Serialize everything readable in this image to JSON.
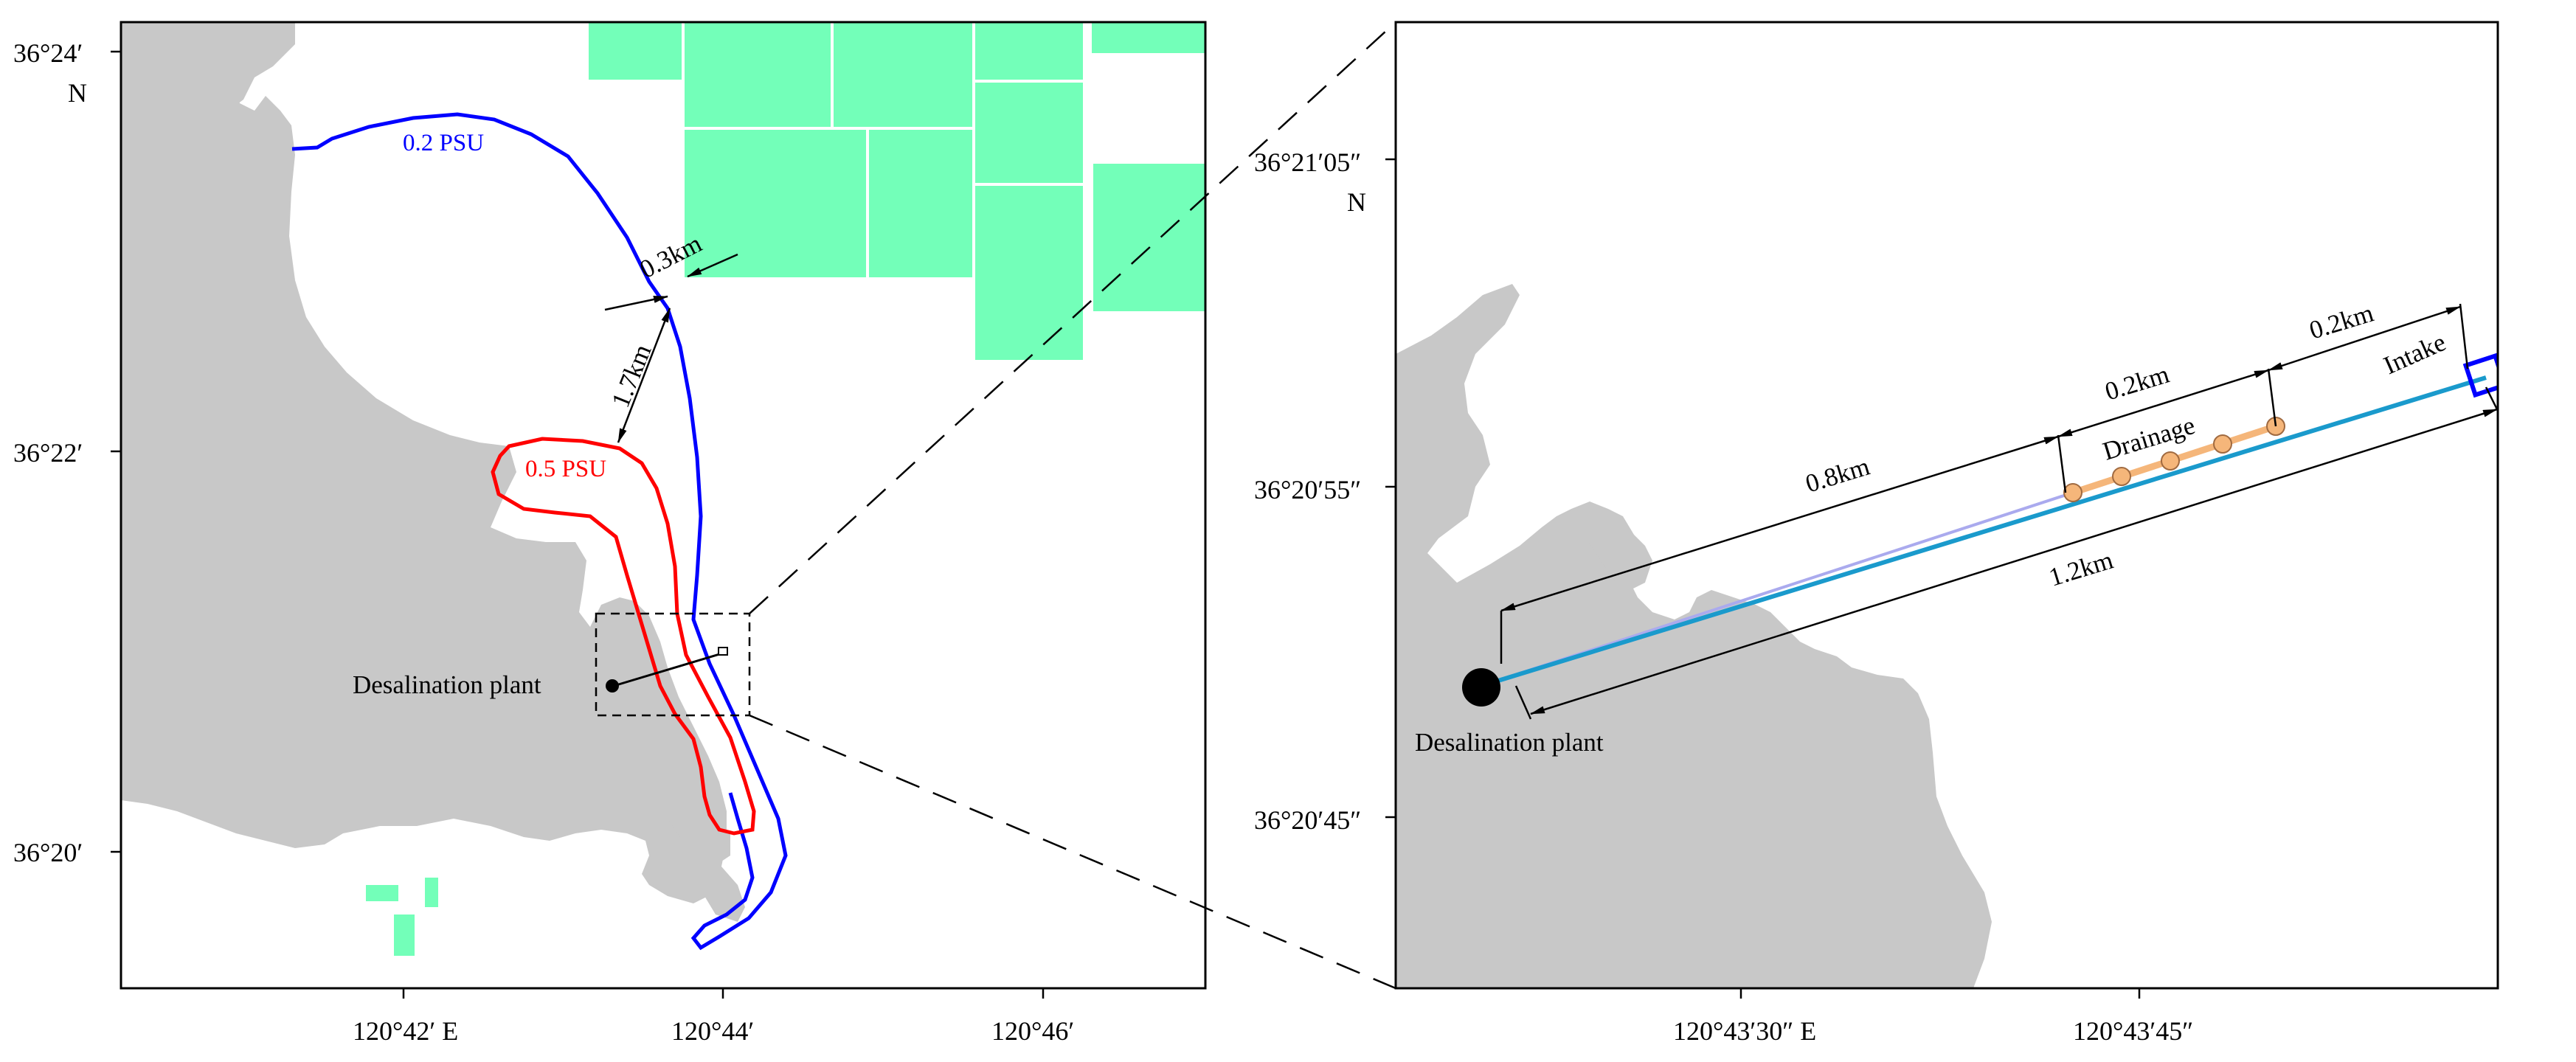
{
  "colors": {
    "land": "#c8c8c8",
    "aquaculture": "#73ffb9",
    "isohaline_0_2": "#0000ff",
    "isohaline_0_5": "#ff0000",
    "intake_pipe": "#1a9acc",
    "outfall_pipe": "#aaaaee",
    "diffuser": "#f5b67a",
    "diffuser_port": "#f5b67a",
    "intake_box": "#0000ff",
    "frame": "#000000"
  },
  "left_map": {
    "y_ticks": [
      "36°24′",
      "36°22′",
      "36°20′"
    ],
    "north_label": "N",
    "x_ticks": [
      "120°42′ E",
      "120°44′",
      "120°46′"
    ],
    "isohaline_labels": {
      "psu_0_2": "0.2 PSU",
      "psu_0_5": "0.5 PSU"
    },
    "distances": {
      "d_0_3": "0.3km",
      "d_1_7": "1.7km"
    },
    "plant_label": "Desalination plant"
  },
  "right_map": {
    "y_ticks": [
      "36°21′05″",
      "36°20′55″",
      "36°20′45″"
    ],
    "north_label": "N",
    "x_ticks": [
      "120°43′30″ E",
      "120°43′45″"
    ],
    "distances": {
      "outfall_length": "0.8km",
      "diffuser_length": "0.2km",
      "diffuser_to_intake": "0.2km",
      "intake_length": "1.2km"
    },
    "labels": {
      "drainage": "Drainage",
      "intake": "Intake",
      "plant": "Desalination plant"
    }
  }
}
